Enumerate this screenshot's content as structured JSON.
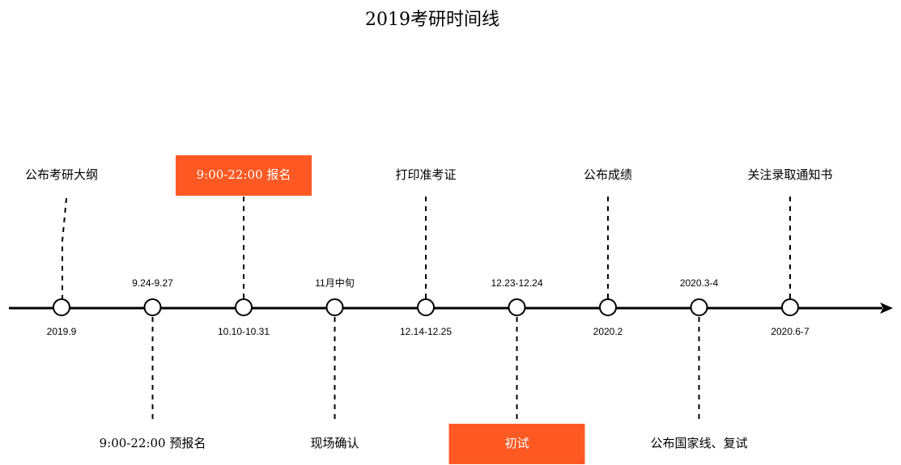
{
  "title": "2019考研时间线",
  "colors": {
    "axis": "#000000",
    "connector": "#000000",
    "highlight": "#fe5823",
    "highlight_text": "#ffffff",
    "text": "#000000"
  },
  "events": [
    {
      "date": "2019.9",
      "date_side": "below",
      "label": "公布考研大纲",
      "label_side": "above",
      "highlight": false
    },
    {
      "date": "9.24-9.27",
      "date_side": "above",
      "label": "9:00-22:00 预报名",
      "label_side": "below",
      "highlight": false
    },
    {
      "date": "10.10-10.31",
      "date_side": "below",
      "label": "9:00-22:00 报名",
      "label_side": "above",
      "highlight": true
    },
    {
      "date": "11月中旬",
      "date_side": "above",
      "label": "现场确认",
      "label_side": "below",
      "highlight": false
    },
    {
      "date": "12.14-12.25",
      "date_side": "below",
      "label": "打印准考证",
      "label_side": "above",
      "highlight": false
    },
    {
      "date": "12.23-12.24",
      "date_side": "above",
      "label": "初试",
      "label_side": "below",
      "highlight": true
    },
    {
      "date": "2020.2",
      "date_side": "below",
      "label": "公布成绩",
      "label_side": "above",
      "highlight": false
    },
    {
      "date": "2020.3-4",
      "date_side": "above",
      "label": "公布国家线、复试",
      "label_side": "below",
      "highlight": false
    },
    {
      "date": "2020.6-7",
      "date_side": "below",
      "label": "关注录取通知书",
      "label_side": "above",
      "highlight": false
    }
  ]
}
